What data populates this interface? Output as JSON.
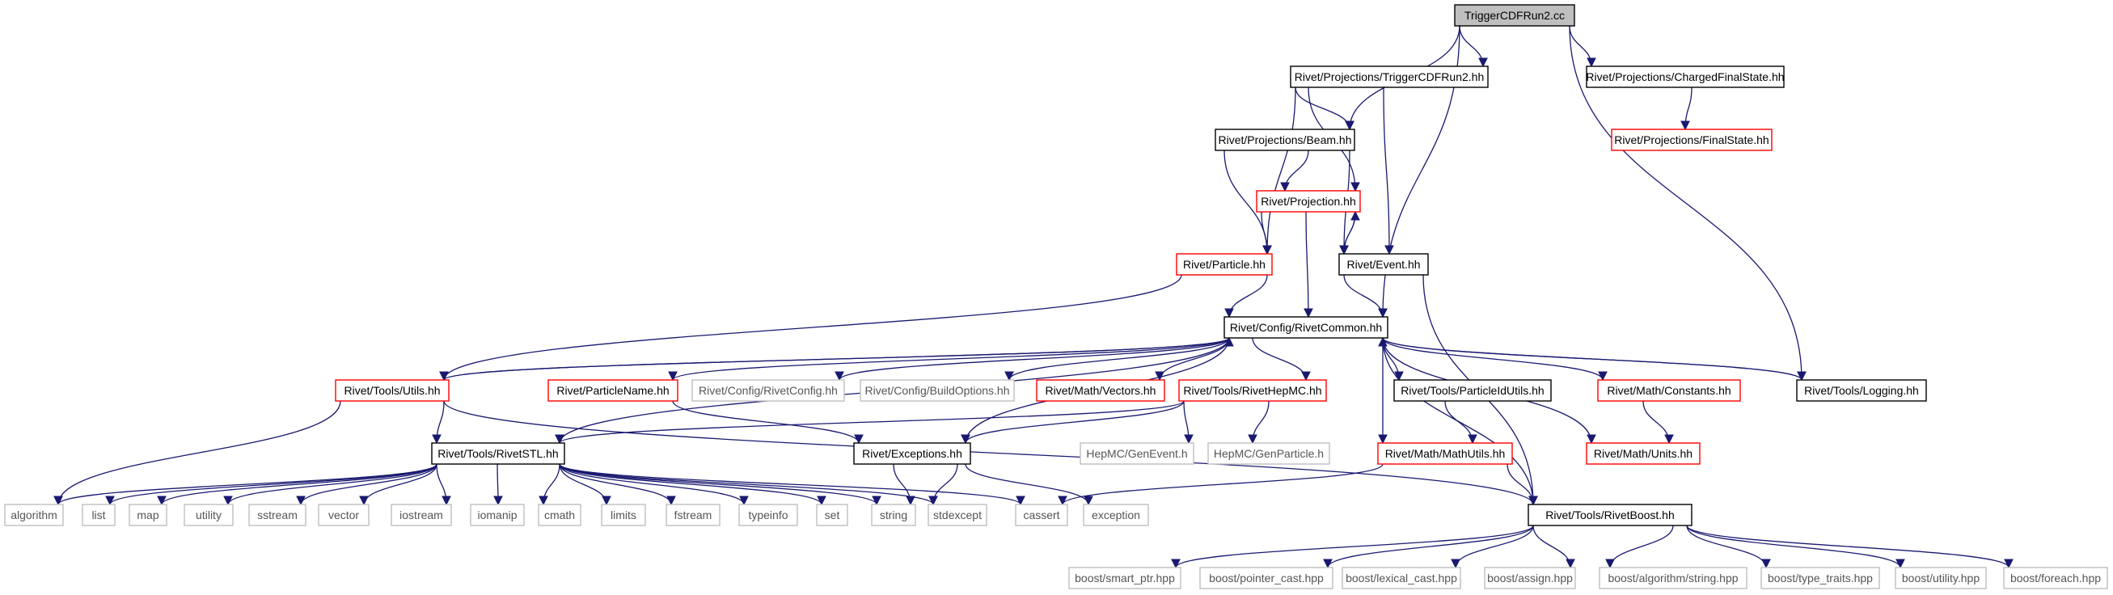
{
  "graph": {
    "nodes": [
      {
        "id": "root",
        "label": "TriggerCDFRun2.cc",
        "style": "root"
      },
      {
        "id": "trig",
        "label": "Rivet/Projections/TriggerCDFRun2.hh",
        "style": "black"
      },
      {
        "id": "cfs",
        "label": "Rivet/Projections/ChargedFinalState.hh",
        "style": "black"
      },
      {
        "id": "fs",
        "label": "Rivet/Projections/FinalState.hh",
        "style": "red"
      },
      {
        "id": "beam",
        "label": "Rivet/Projections/Beam.hh",
        "style": "black"
      },
      {
        "id": "proj",
        "label": "Rivet/Projection.hh",
        "style": "red"
      },
      {
        "id": "particle",
        "label": "Rivet/Particle.hh",
        "style": "red"
      },
      {
        "id": "event",
        "label": "Rivet/Event.hh",
        "style": "black"
      },
      {
        "id": "common",
        "label": "Rivet/Config/RivetCommon.hh",
        "style": "black"
      },
      {
        "id": "utils",
        "label": "Rivet/Tools/Utils.hh",
        "style": "red"
      },
      {
        "id": "pname",
        "label": "Rivet/ParticleName.hh",
        "style": "red"
      },
      {
        "id": "rconfig",
        "label": "Rivet/Config/RivetConfig.hh",
        "style": "gray"
      },
      {
        "id": "buildopt",
        "label": "Rivet/Config/BuildOptions.hh",
        "style": "gray"
      },
      {
        "id": "vectors",
        "label": "Rivet/Math/Vectors.hh",
        "style": "red"
      },
      {
        "id": "hepmc",
        "label": "Rivet/Tools/RivetHepMC.hh",
        "style": "red"
      },
      {
        "id": "pidutils",
        "label": "Rivet/Tools/ParticleIdUtils.hh",
        "style": "black"
      },
      {
        "id": "constants",
        "label": "Rivet/Math/Constants.hh",
        "style": "red"
      },
      {
        "id": "logging",
        "label": "Rivet/Tools/Logging.hh",
        "style": "black"
      },
      {
        "id": "stl",
        "label": "Rivet/Tools/RivetSTL.hh",
        "style": "black"
      },
      {
        "id": "exceptions",
        "label": "Rivet/Exceptions.hh",
        "style": "black"
      },
      {
        "id": "genevent",
        "label": "HepMC/GenEvent.h",
        "style": "gray"
      },
      {
        "id": "genparticle",
        "label": "HepMC/GenParticle.h",
        "style": "gray"
      },
      {
        "id": "mathutils",
        "label": "Rivet/Math/MathUtils.hh",
        "style": "red"
      },
      {
        "id": "units",
        "label": "Rivet/Math/Units.hh",
        "style": "red"
      },
      {
        "id": "algorithm",
        "label": "algorithm",
        "style": "gray"
      },
      {
        "id": "list",
        "label": "list",
        "style": "gray"
      },
      {
        "id": "map",
        "label": "map",
        "style": "gray"
      },
      {
        "id": "utility",
        "label": "utility",
        "style": "gray"
      },
      {
        "id": "sstream",
        "label": "sstream",
        "style": "gray"
      },
      {
        "id": "vector",
        "label": "vector",
        "style": "gray"
      },
      {
        "id": "iostream",
        "label": "iostream",
        "style": "gray"
      },
      {
        "id": "iomanip",
        "label": "iomanip",
        "style": "gray"
      },
      {
        "id": "cmath",
        "label": "cmath",
        "style": "gray"
      },
      {
        "id": "limits",
        "label": "limits",
        "style": "gray"
      },
      {
        "id": "fstream",
        "label": "fstream",
        "style": "gray"
      },
      {
        "id": "typeinfo",
        "label": "typeinfo",
        "style": "gray"
      },
      {
        "id": "set",
        "label": "set",
        "style": "gray"
      },
      {
        "id": "string",
        "label": "string",
        "style": "gray"
      },
      {
        "id": "stdexcept",
        "label": "stdexcept",
        "style": "gray"
      },
      {
        "id": "cassert",
        "label": "cassert",
        "style": "gray"
      },
      {
        "id": "exception",
        "label": "exception",
        "style": "gray"
      },
      {
        "id": "rboost",
        "label": "Rivet/Tools/RivetBoost.hh",
        "style": "black"
      },
      {
        "id": "smartptr",
        "label": "boost/smart_ptr.hpp",
        "style": "gray"
      },
      {
        "id": "ptrcast",
        "label": "boost/pointer_cast.hpp",
        "style": "gray"
      },
      {
        "id": "lexcast",
        "label": "boost/lexical_cast.hpp",
        "style": "gray"
      },
      {
        "id": "assign",
        "label": "boost/assign.hpp",
        "style": "gray"
      },
      {
        "id": "algstring",
        "label": "boost/algorithm/string.hpp",
        "style": "gray"
      },
      {
        "id": "typetraits",
        "label": "boost/type_traits.hpp",
        "style": "gray"
      },
      {
        "id": "butility",
        "label": "boost/utility.hpp",
        "style": "gray"
      },
      {
        "id": "foreach",
        "label": "boost/foreach.hpp",
        "style": "gray"
      }
    ],
    "edges": [
      [
        "root",
        "trig"
      ],
      [
        "root",
        "cfs"
      ],
      [
        "root",
        "beam"
      ],
      [
        "root",
        "common"
      ],
      [
        "root",
        "logging"
      ],
      [
        "trig",
        "beam"
      ],
      [
        "trig",
        "proj"
      ],
      [
        "trig",
        "event"
      ],
      [
        "trig",
        "particle"
      ],
      [
        "cfs",
        "fs"
      ],
      [
        "beam",
        "proj"
      ],
      [
        "beam",
        "particle"
      ],
      [
        "beam",
        "event"
      ],
      [
        "proj",
        "particle"
      ],
      [
        "proj",
        "event"
      ],
      [
        "proj",
        "common"
      ],
      [
        "event",
        "proj"
      ],
      [
        "event",
        "common"
      ],
      [
        "event",
        "rboost"
      ],
      [
        "particle",
        "common"
      ],
      [
        "particle",
        "utils"
      ],
      [
        "common",
        "utils"
      ],
      [
        "common",
        "pname"
      ],
      [
        "common",
        "rconfig"
      ],
      [
        "common",
        "buildopt"
      ],
      [
        "common",
        "vectors"
      ],
      [
        "common",
        "hepmc"
      ],
      [
        "common",
        "pidutils"
      ],
      [
        "common",
        "constants"
      ],
      [
        "common",
        "logging"
      ],
      [
        "common",
        "stl"
      ],
      [
        "common",
        "exceptions"
      ],
      [
        "common",
        "mathutils"
      ],
      [
        "common",
        "units"
      ],
      [
        "common",
        "rboost"
      ],
      [
        "logging",
        "common"
      ],
      [
        "utils",
        "common"
      ],
      [
        "utils",
        "stl"
      ],
      [
        "utils",
        "algorithm"
      ],
      [
        "utils",
        "rboost"
      ],
      [
        "pname",
        "exceptions"
      ],
      [
        "hepmc",
        "stl"
      ],
      [
        "hepmc",
        "exceptions"
      ],
      [
        "hepmc",
        "genevent"
      ],
      [
        "hepmc",
        "genparticle"
      ],
      [
        "pidutils",
        "mathutils"
      ],
      [
        "constants",
        "units"
      ],
      [
        "mathutils",
        "rboost"
      ],
      [
        "mathutils",
        "cassert"
      ],
      [
        "exceptions",
        "string"
      ],
      [
        "exceptions",
        "stdexcept"
      ],
      [
        "exceptions",
        "exception"
      ],
      [
        "stl",
        "algorithm"
      ],
      [
        "stl",
        "list"
      ],
      [
        "stl",
        "map"
      ],
      [
        "stl",
        "utility"
      ],
      [
        "stl",
        "sstream"
      ],
      [
        "stl",
        "vector"
      ],
      [
        "stl",
        "iostream"
      ],
      [
        "stl",
        "iomanip"
      ],
      [
        "stl",
        "cmath"
      ],
      [
        "stl",
        "limits"
      ],
      [
        "stl",
        "fstream"
      ],
      [
        "stl",
        "typeinfo"
      ],
      [
        "stl",
        "set"
      ],
      [
        "stl",
        "string"
      ],
      [
        "stl",
        "stdexcept"
      ],
      [
        "stl",
        "cassert"
      ],
      [
        "rboost",
        "smartptr"
      ],
      [
        "rboost",
        "ptrcast"
      ],
      [
        "rboost",
        "lexcast"
      ],
      [
        "rboost",
        "assign"
      ],
      [
        "rboost",
        "algstring"
      ],
      [
        "rboost",
        "typetraits"
      ],
      [
        "rboost",
        "butility"
      ],
      [
        "rboost",
        "foreach"
      ]
    ],
    "colors": {
      "edge": "#191970",
      "root_fill": "#bfbfbf",
      "black_border": "#000000",
      "red_border": "#ff0000",
      "gray_border": "#bfbfbf",
      "text": "#000000"
    }
  }
}
